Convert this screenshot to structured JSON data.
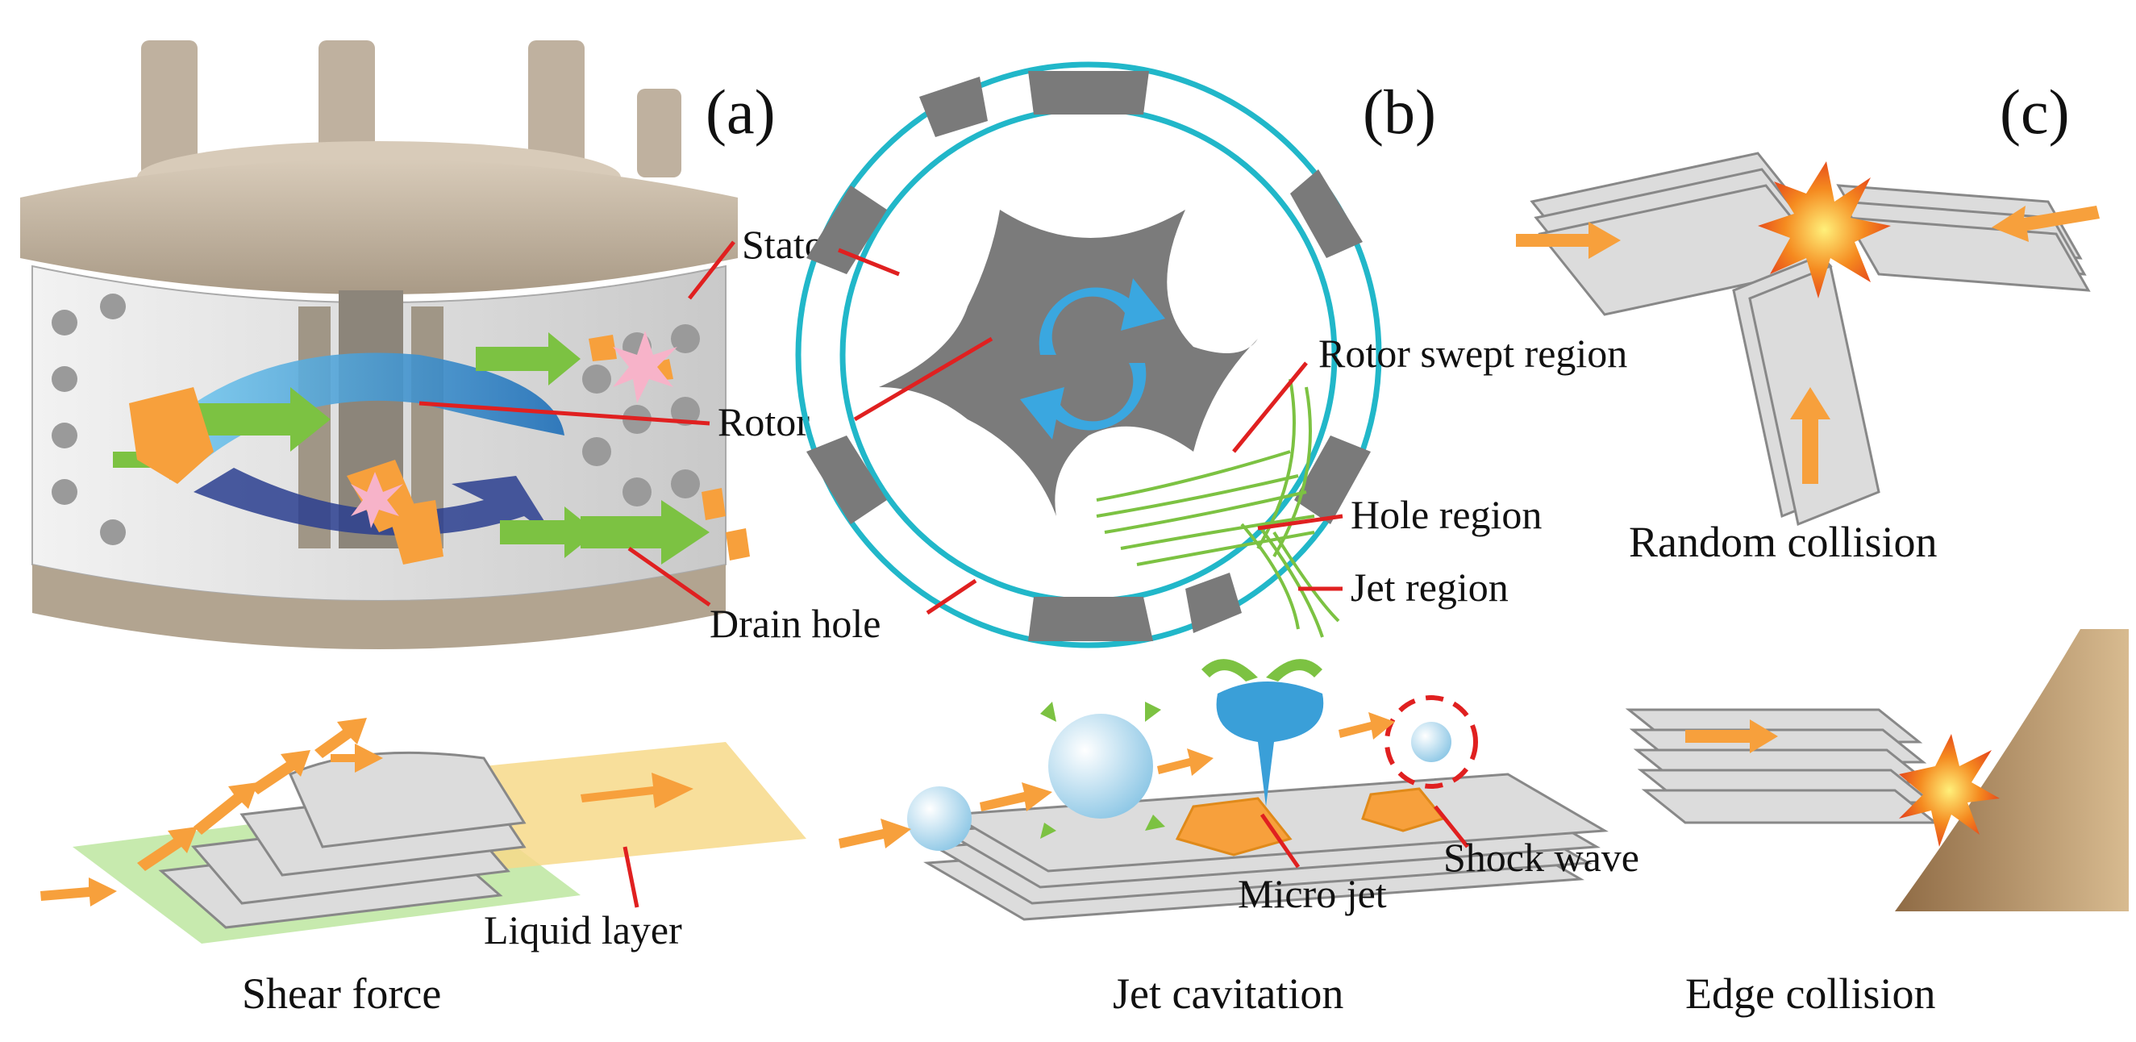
{
  "panels": {
    "a": {
      "panel_label": "(a)",
      "callouts": {
        "stator": "Stator",
        "rotor": "Rotor",
        "drain_hole": "Drain hole"
      }
    },
    "b": {
      "panel_label": "(b)",
      "callouts": {
        "rotor_swept_region": "Rotor swept region",
        "hole_region": "Hole region",
        "jet_region": "Jet region"
      }
    },
    "c": {
      "panel_label": "(c)",
      "captions": {
        "random_collision": "Random collision",
        "edge_collision": "Edge collision"
      }
    }
  },
  "mechanisms": {
    "shear": {
      "caption": "Shear force",
      "callout_liquid_layer": "Liquid layer"
    },
    "cavitation": {
      "caption": "Jet cavitation",
      "callout_micro_jet": "Micro jet",
      "callout_shock_wave": "Shock wave"
    }
  },
  "colors": {
    "stator_body": "#cdbfad",
    "stator_shade": "#a89a88",
    "rotor_gray": "#707070",
    "ring_cyan": "#21b7c9",
    "swirl_blue": "#3aa7e0",
    "arrow_green": "#7cc242",
    "particle_orange": "#f7a03c",
    "leader_red": "#e02020",
    "sheet_gray": "#d9d9d9",
    "liquid_yellow": "#f7d98a",
    "liquid_green": "#bde6a0",
    "bubble_blue": "#a9d8f0",
    "burst_red": "#f04a1e",
    "wall_brown": "#b8946a"
  },
  "icons": {
    "rotation": "circular-arrows-icon",
    "flow_arrow": "arrow-right-icon",
    "collision": "burst-icon"
  }
}
